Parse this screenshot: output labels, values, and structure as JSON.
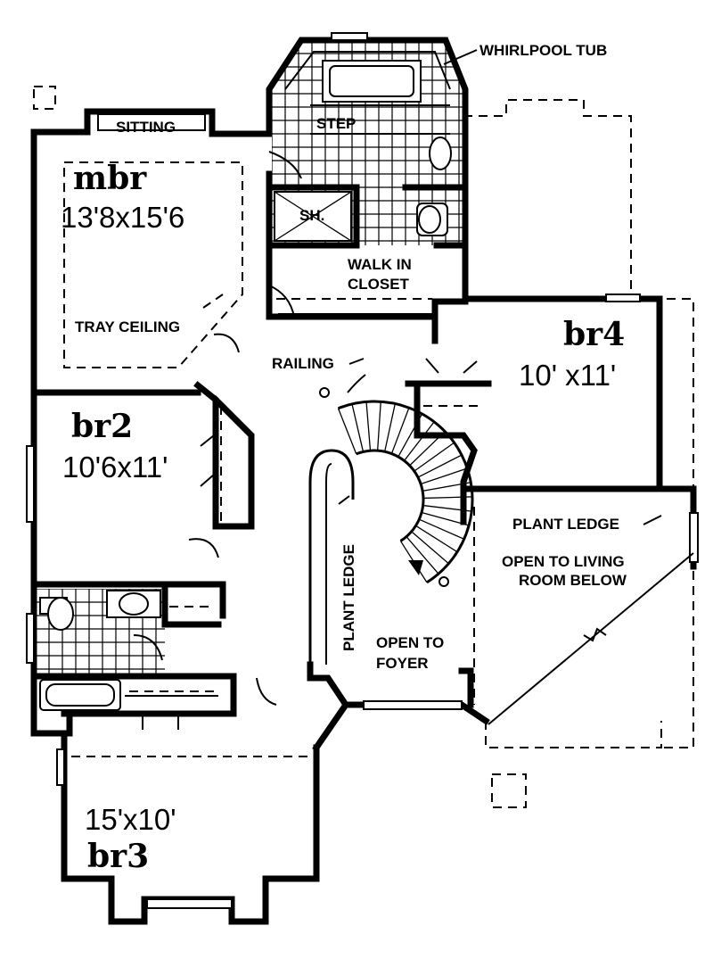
{
  "plan": {
    "rooms": {
      "mbr": {
        "name": "mbr",
        "size": "13'8x15'6",
        "note": "TRAY CEILING"
      },
      "br2": {
        "name": "br2",
        "size": "10'6x11'"
      },
      "br3": {
        "name": "br3",
        "size": "15'x10'"
      },
      "br4": {
        "name": "br4",
        "size": "10' x11'"
      }
    },
    "labels": {
      "sitting": "SITTING",
      "whirlpool": "WHIRLPOOL TUB",
      "step": "STEP",
      "shower": "SH.",
      "walkin_1": "WALK IN",
      "walkin_2": "CLOSET",
      "railing": "RAILING",
      "plant_ledge_v": "PLANT LEDGE",
      "plant_ledge_h": "PLANT LEDGE",
      "open_living_1": "OPEN TO LIVING",
      "open_living_2": "ROOM BELOW",
      "open_foyer_1": "OPEN TO",
      "open_foyer_2": "FOYER"
    }
  }
}
